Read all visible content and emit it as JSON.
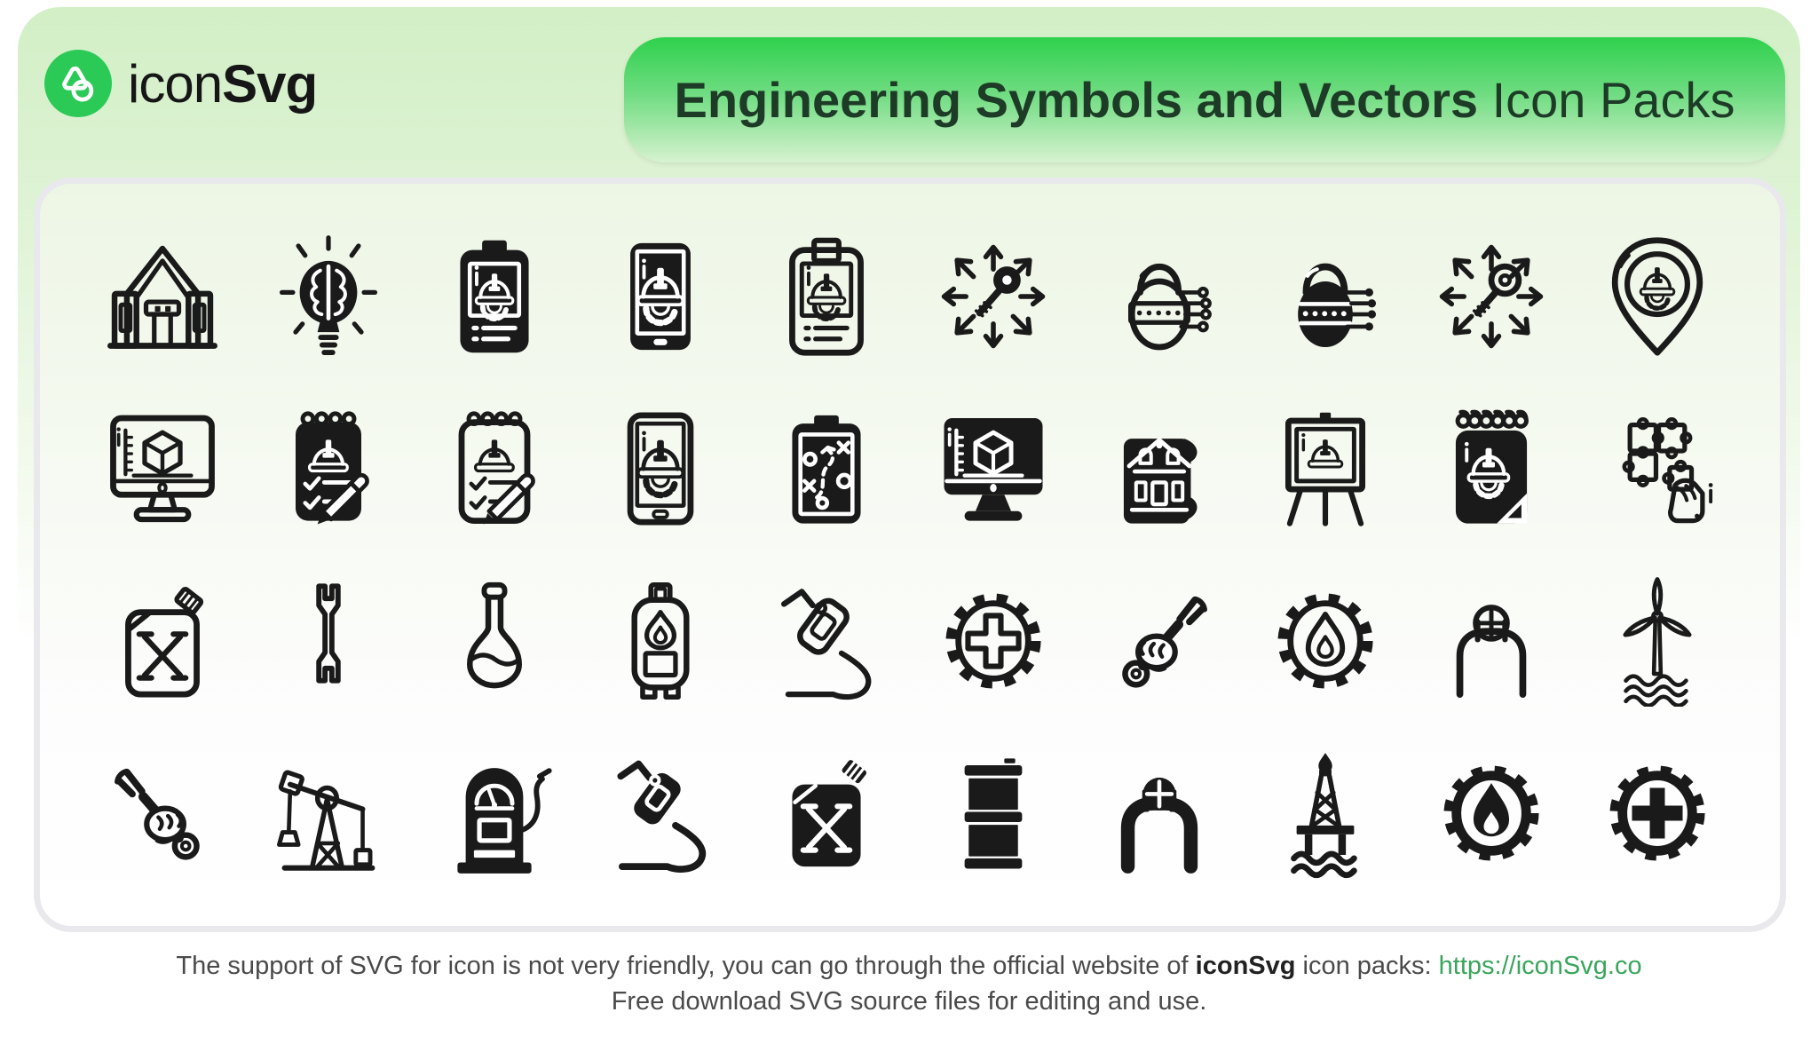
{
  "brand": {
    "name_regular": "icon",
    "name_bold": "Svg",
    "logo_color": "#2bca57"
  },
  "banner": {
    "title_bold": "Engineering Symbols and Vectors",
    "title_regular": " Icon Packs",
    "gradient_top": "#2ed14d",
    "gradient_bottom": "#d6f2cf",
    "text_color": "#1d3b26"
  },
  "panel": {
    "border_color": "#e9e8ed",
    "icon_color": "#1a1a1a"
  },
  "grid": {
    "rows": 4,
    "cols": 10,
    "icons": [
      "engineering-building-icon",
      "idea-brain-bulb-icon",
      "engineer-id-badge-filled-icon",
      "engineer-tablet-filled-icon",
      "engineer-id-badge-outline-icon",
      "key-direction-arrows-filled-icon",
      "padlock-circuit-outline-icon",
      "padlock-circuit-filled-icon",
      "key-direction-arrows-outline-icon",
      "engineer-location-pin-icon",
      "monitor-3d-cube-outline-icon",
      "engineer-notepad-filled-icon",
      "engineer-notepad-outline-icon",
      "engineer-tablet-outline-icon",
      "strategy-clipboard-filled-icon",
      "monitor-3d-cube-filled-icon",
      "house-blueprint-filled-icon",
      "engineer-easel-outline-icon",
      "engineer-calendar-filled-icon",
      "hand-puzzle-outline-icon",
      "jerrycan-outline-icon",
      "wrench-outline-icon",
      "flask-outline-icon",
      "gas-cylinder-flame-outline-icon",
      "fuel-nozzle-outline-icon",
      "gear-plus-outline-icon",
      "hand-wrench-outline-icon",
      "gear-flame-outline-icon",
      "pipeline-valve-outline-icon",
      "wind-turbine-water-outline-icon",
      "hand-wrench-alt-outline-icon",
      "oil-pumpjack-outline-icon",
      "fuel-pump-filled-icon",
      "fuel-nozzle-filled-icon",
      "jerrycan-filled-icon",
      "oil-barrel-filled-icon",
      "pipeline-valve-filled-icon",
      "offshore-rig-filled-icon",
      "gear-flame-filled-icon",
      "gear-plus-filled-icon"
    ]
  },
  "footer": {
    "line1_prefix": "The support of SVG for icon is not very friendly, you can go through the official website of ",
    "line1_brand": "iconSvg",
    "line1_middle": " icon packs: ",
    "line1_link": "https://iconSvg.co",
    "link_color": "#3aa55c",
    "line2": "Free download SVG source files for editing and use."
  }
}
